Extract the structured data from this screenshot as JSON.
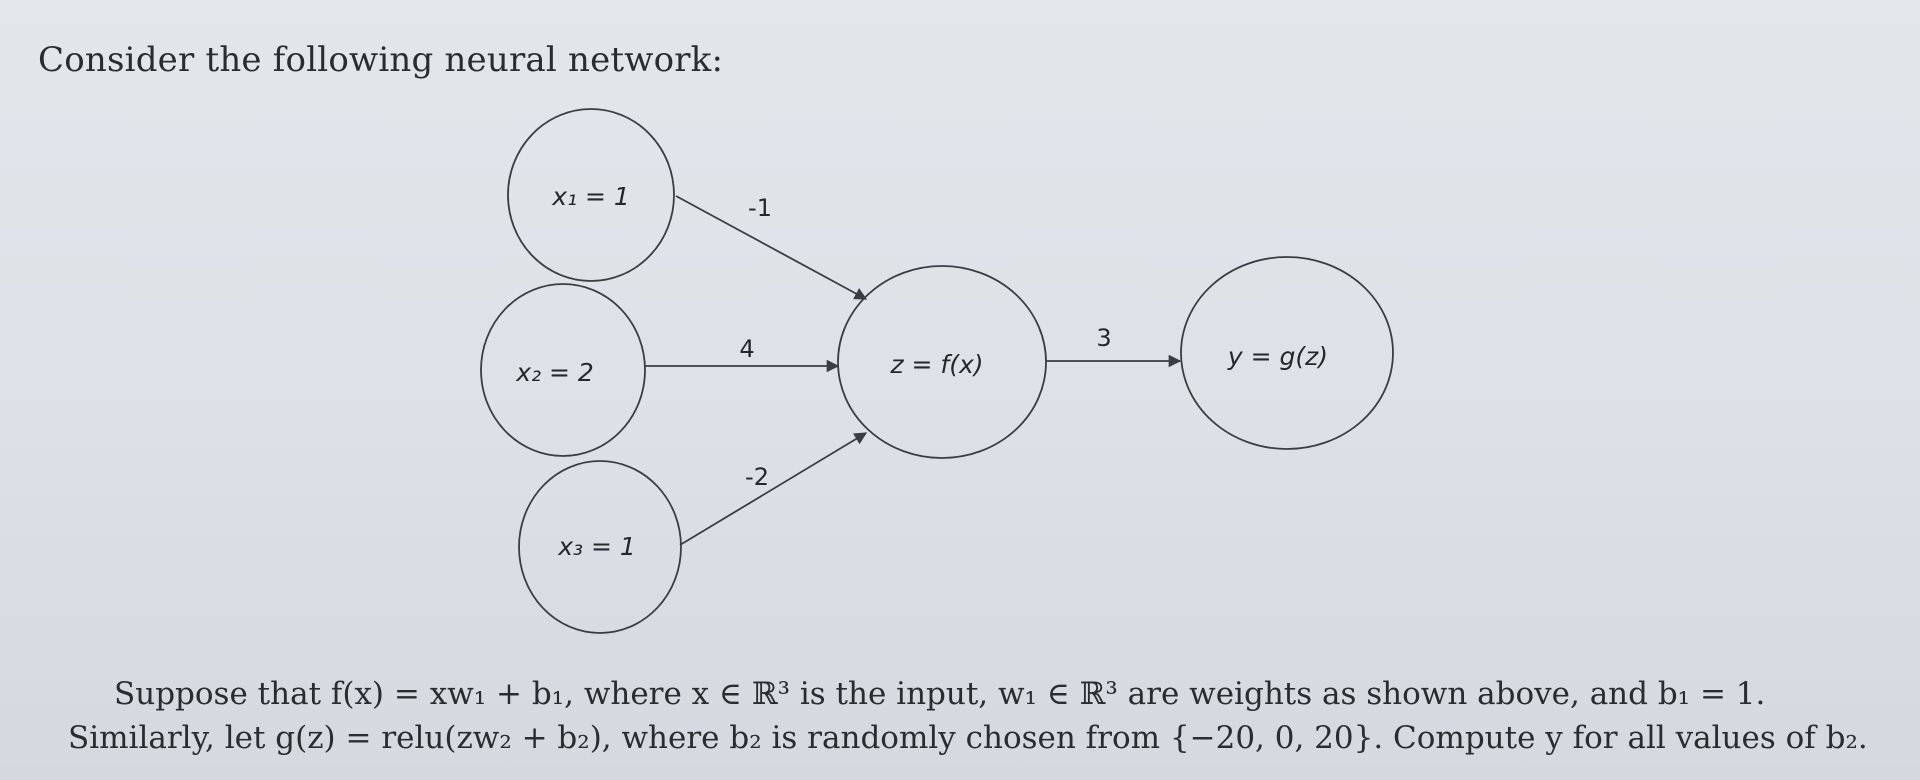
{
  "intro": "Consider the following neural network:",
  "nodes": {
    "x1": "x₁ = 1",
    "x2": "x₂ = 2",
    "x3": "x₃ = 1",
    "z": "z = f(x)",
    "y": "y = g(z)"
  },
  "weights": {
    "x1_to_z": "-1",
    "x2_to_z": "4",
    "x3_to_z": "-2",
    "z_to_y": "3"
  },
  "problem": {
    "line1": "Suppose that f(x) = xw₁ + b₁, where x ∈ ℝ³ is the input, w₁ ∈ ℝ³ are weights as shown above, and b₁ = 1.",
    "line2": "Similarly, let g(z) = relu(zw₂ + b₂), where b₂ is randomly chosen from {−20, 0, 20}. Compute y for all values of b₂."
  },
  "colors": {
    "ink": "#25272b",
    "edge": "#3a3d42",
    "background": "#dde1e7"
  }
}
